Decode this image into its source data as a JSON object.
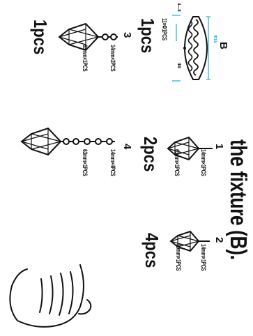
{
  "title": "the fixture (B).",
  "fixture_b": {
    "label": "B",
    "dim_width": "Φ15",
    "dim_inner": "Φ8",
    "dim_side": "4—8",
    "part": "11×Φ1PCS"
  },
  "items": [
    {
      "number": "1",
      "qty": "2pcs",
      "part_a": "14mm×1PCS",
      "part_b": "63mm×1PCS"
    },
    {
      "number": "2",
      "qty": "4pcs",
      "part_a": "14mm×1PCS",
      "part_b": "50mm×1PCS"
    },
    {
      "number": "3",
      "qty": "1pcs",
      "part_a": "14mm×2PCS",
      "part_b": "63mm×1PCS"
    },
    {
      "number": "4",
      "qty": "1pcs",
      "part_a": "14mm×4PCS",
      "part_b": "63mm×1PCS"
    }
  ],
  "fixture_b_qty": "1pcs",
  "colors": {
    "dimension": "#19b3c9",
    "ink": "#111111"
  },
  "icons": [
    "pendant-bead-chain-icon",
    "crystal-drop-icon",
    "hand-holding-crystal-icon"
  ]
}
